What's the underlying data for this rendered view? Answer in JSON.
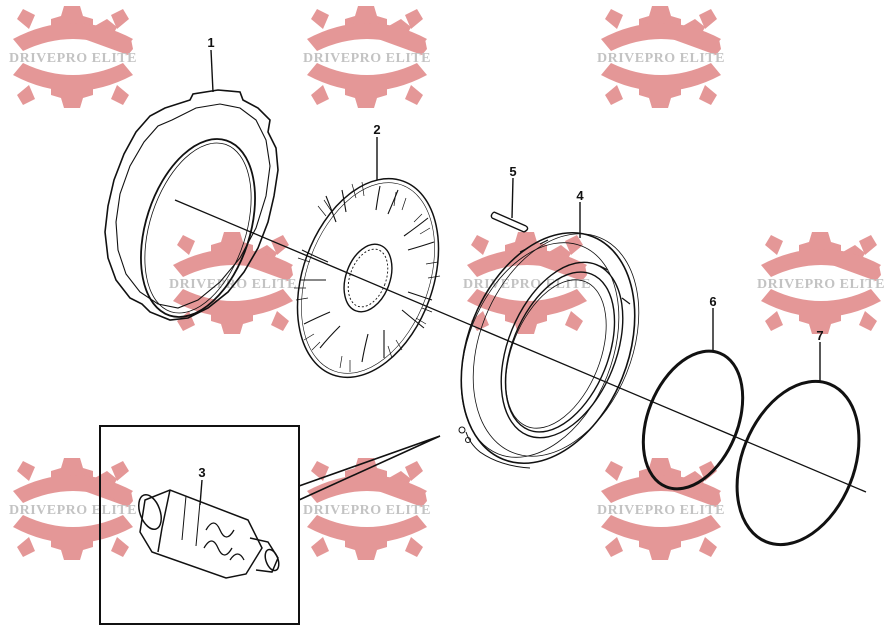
{
  "watermark": {
    "text": "DRIVEPRO ELITE",
    "gear_color": "#e08585",
    "text_color": "#b9b9b9"
  },
  "diagram": {
    "callouts": [
      "1",
      "2",
      "3",
      "4",
      "5",
      "6",
      "7"
    ],
    "line_color": "#111111"
  }
}
